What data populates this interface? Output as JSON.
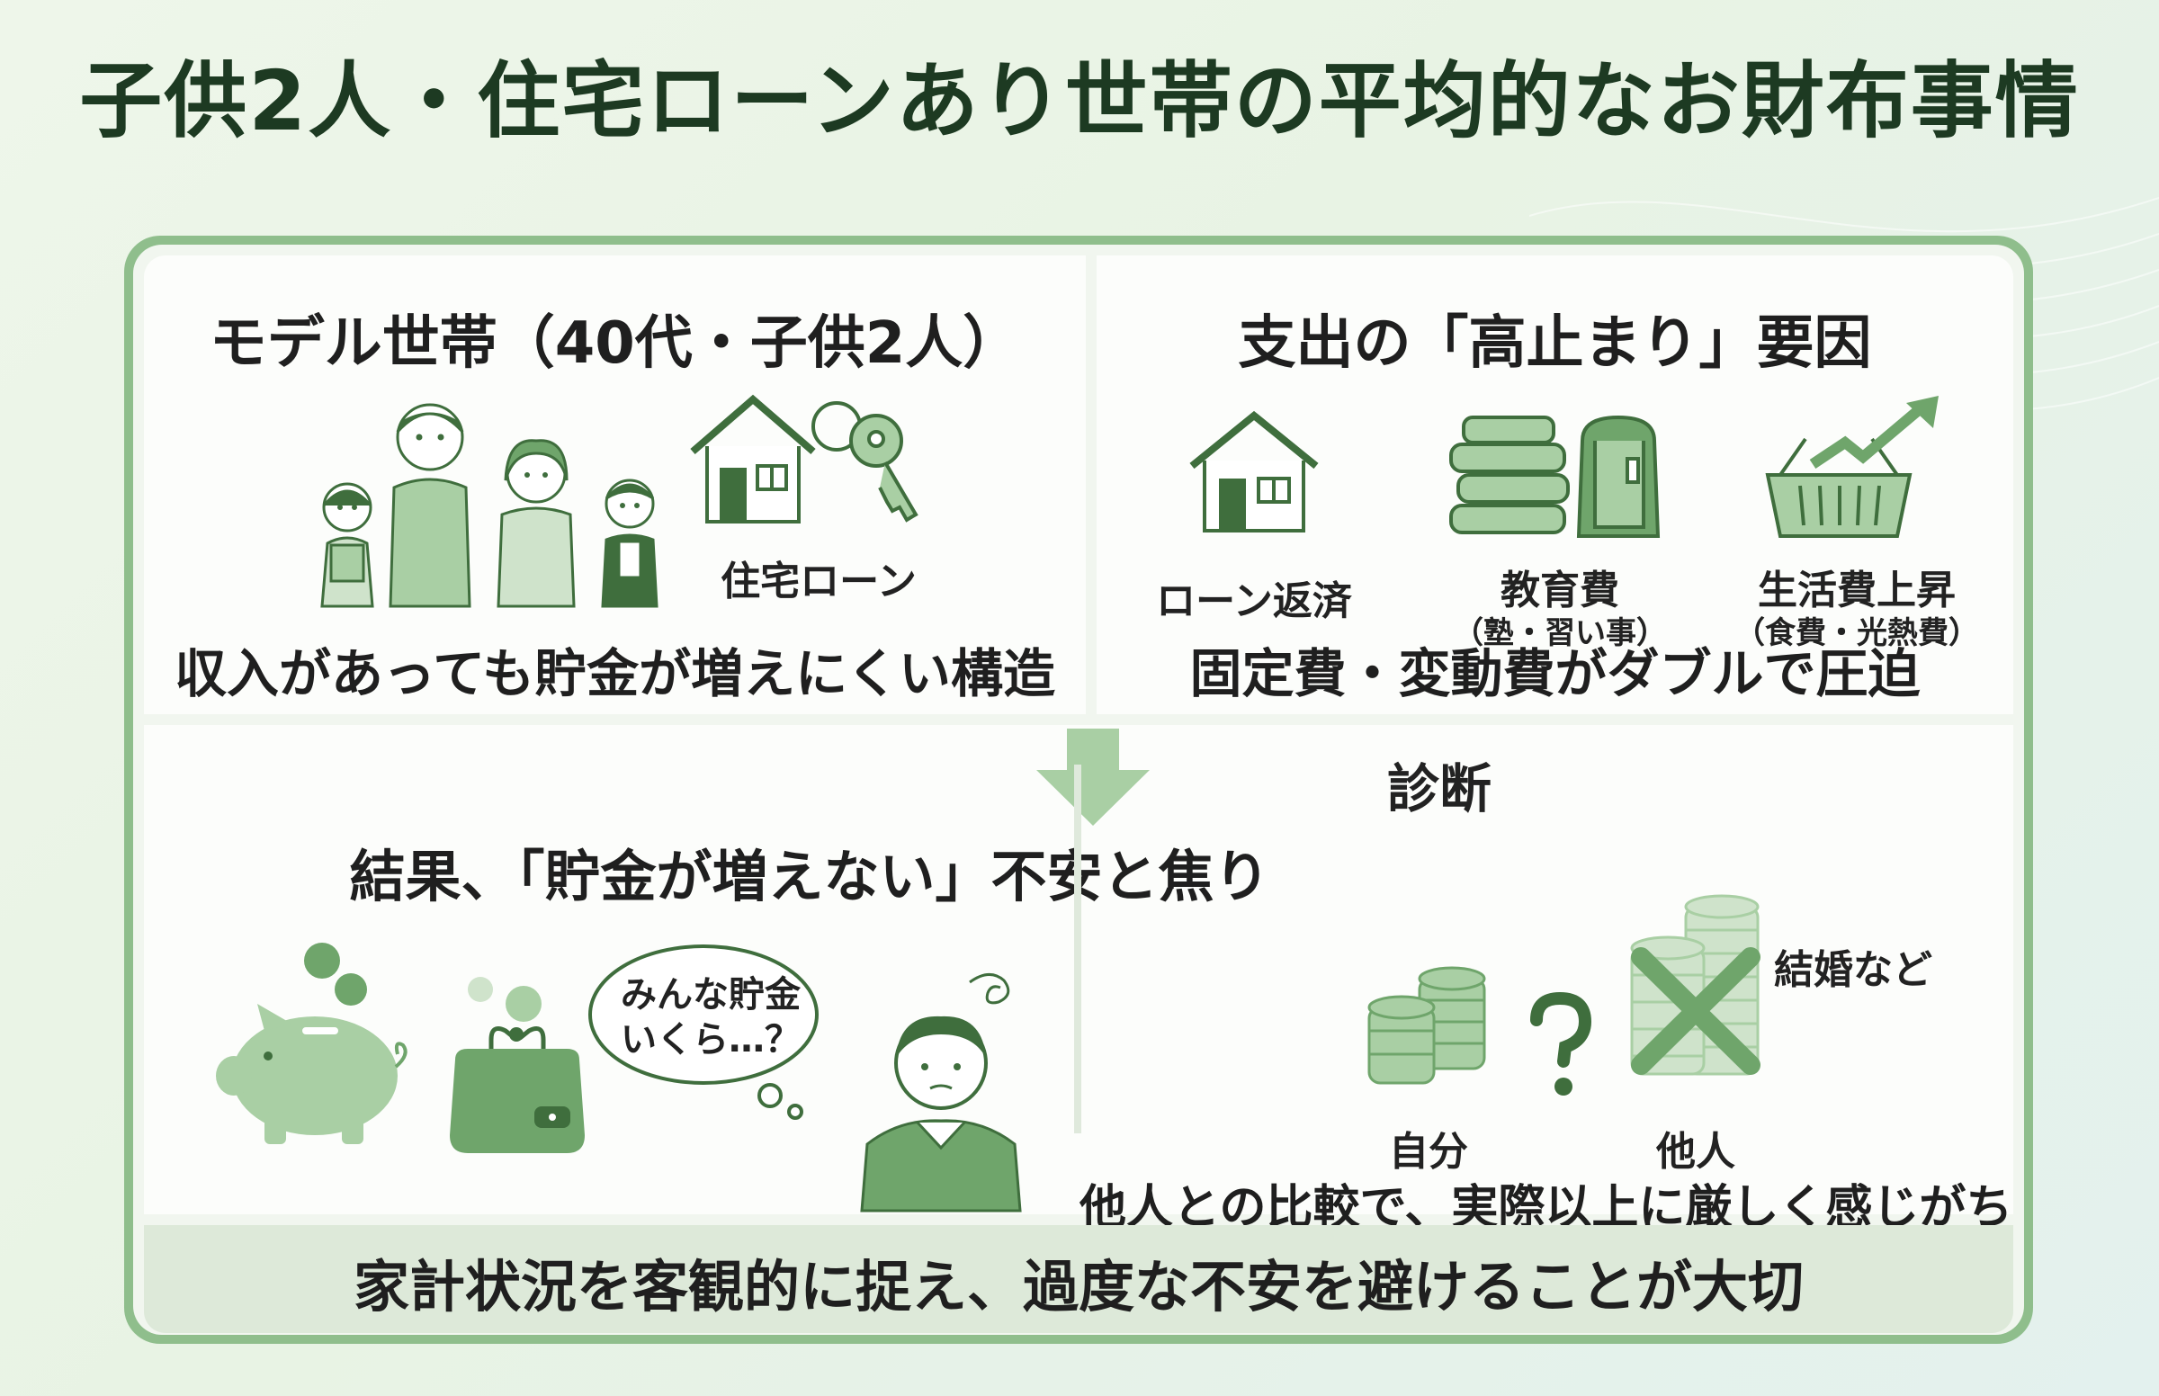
{
  "title": "子供2人・住宅ローンあり世帯の平均的なお財布事情",
  "left_panel": {
    "heading": "モデル世帯（40代・子供2人）",
    "house_label": "住宅ローン",
    "caption": "収入があっても貯金が増えにくい構造"
  },
  "right_panel": {
    "heading": "支出の「高止まり」要因",
    "items": [
      {
        "label": "ローン返済",
        "sub": "",
        "icon": "house-icon"
      },
      {
        "label": "教育費",
        "sub": "（塾・習い事）",
        "icon": "books-backpack-icon"
      },
      {
        "label": "生活費上昇",
        "sub": "（食費・光熱費）",
        "icon": "basket-uptrend-icon"
      }
    ],
    "caption": "固定費・変動費がダブルで圧迫"
  },
  "bottom": {
    "diagnosis": "診断",
    "result": "結果、「貯金が増えない」不安と焦り",
    "bubble_line1": "みんな貯金",
    "bubble_line2": "いくら…？",
    "self_label": "自分",
    "other_label": "他人",
    "marriage_label": "結婚など",
    "compare_caption": "他人との比較で、実際以上に厳しく感じがち"
  },
  "footer": "家計状況を客観的に捉え、過度な不安を避けることが大切",
  "colors": {
    "accent": "#6fa56b",
    "accent_dark": "#3f6e3d",
    "light": "#a9cfa4",
    "title": "#1d3a22"
  }
}
